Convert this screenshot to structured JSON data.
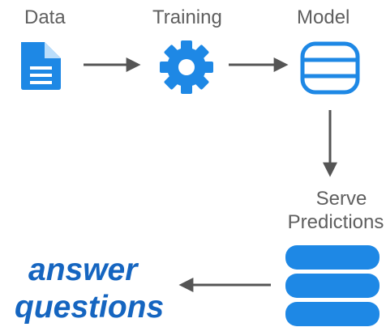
{
  "diagram": {
    "nodes": {
      "data": {
        "label": "Data",
        "icon": "document-icon"
      },
      "training": {
        "label": "Training",
        "icon": "gear-icon"
      },
      "model": {
        "label": "Model",
        "icon": "database-icon"
      },
      "serve": {
        "label_line1": "Serve",
        "label_line2": "Predictions",
        "icon": "database-filled-icon"
      },
      "answer": {
        "line1": "answer",
        "line2": "questions"
      }
    },
    "colors": {
      "label_text": "#5f5f5f",
      "accent_blue": "#1e88e5",
      "answer_text": "#1565c0",
      "arrow": "#555555"
    }
  }
}
